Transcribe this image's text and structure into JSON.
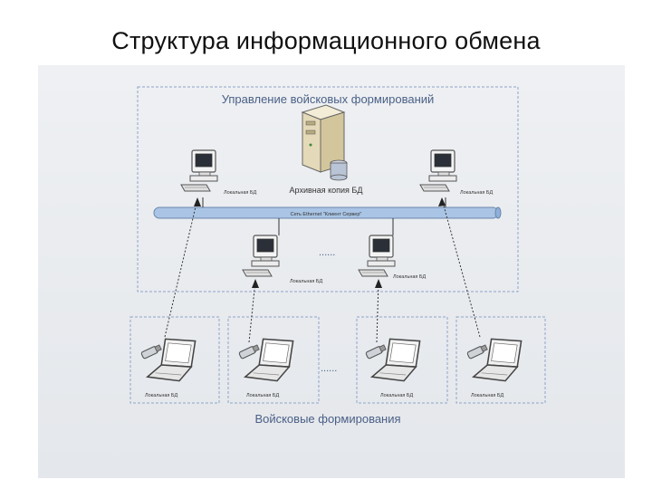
{
  "title": "Структура информационного обмена",
  "diagram": {
    "top_zone_label": "Управление войсковых формирований",
    "bottom_zone_label": "Войсковые формирования",
    "server_label": "Архивная копия БД",
    "network_label": "Сеть Ethernet \"Клиент Сервер\"",
    "ellipsis_middle": "......",
    "ellipsis_bottom": "......",
    "pc_left_label": "Локальная БД",
    "pc_right_label": "Локальная БД",
    "pc_mid_left_label": "Локальная БД",
    "pc_mid_right_label": "Локальная БД",
    "laptop_1_label": "Локальная БД",
    "laptop_2_label": "Локальная БД",
    "laptop_3_label": "Локальная БД",
    "laptop_4_label": "Локальная БД"
  },
  "colors": {
    "zone_border": "#8fa3c9",
    "network_bar": "#a9c4e4",
    "zone_text": "#4a5f86"
  }
}
